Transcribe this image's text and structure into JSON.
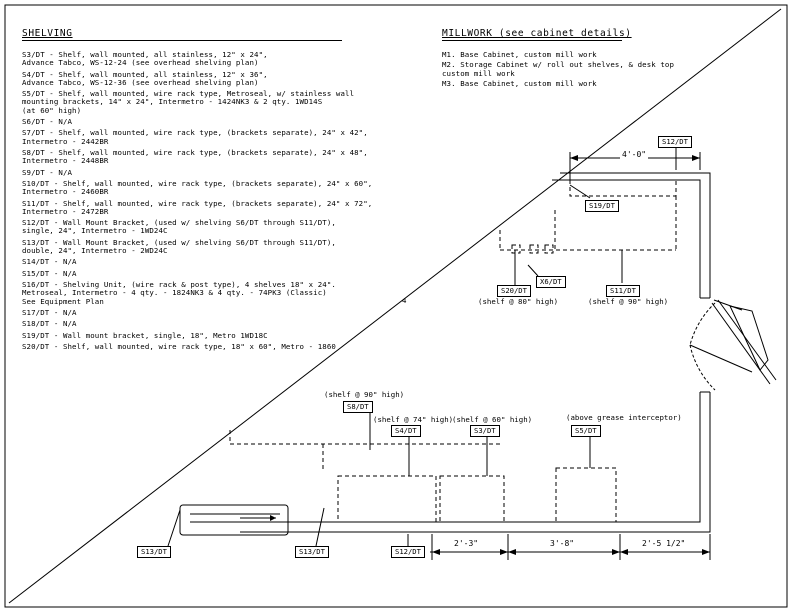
{
  "shelving": {
    "heading": "SHELVING",
    "lines": [
      "S3/DT - Shelf, wall mounted, all stainless, 12\" x 24\",",
      "           Advance Tabco, WS-12-24 (see overhead shelving plan)",
      "S4/DT - Shelf, wall mounted, all stainless, 12\" x 36\",",
      "           Advance Tabco, WS-12-36 (see overhead shelving plan)",
      "S5/DT - Shelf, wall mounted, wire rack type, Metroseal, w/ stainless wall",
      "           mounting brackets, 14\" x 24\", Intermetro - 1424NK3 & 2 qty. 1WD14S",
      "           (at 60\" high)",
      "S6/DT - N/A",
      "S7/DT - Shelf, wall mounted, wire rack type, (brackets separate), 24\" x 42\",",
      "           Intermetro - 2442BR",
      "S8/DT - Shelf, wall mounted, wire rack type, (brackets separate), 24\" x 48\",",
      "           Intermetro - 2448BR",
      "S9/DT - N/A",
      "S10/DT - Shelf, wall mounted, wire rack type, (brackets separate), 24\" x 60\",",
      "           Intermetro - 2460BR",
      "S11/DT - Shelf, wall mounted, wire rack type, (brackets separate), 24\" x 72\",",
      "           Intermetro - 2472BR",
      "S12/DT - Wall Mount Bracket, (used w/ shelving S6/DT through S11/DT),",
      "           single, 24\", Intermetro - 1WD24C",
      "S13/DT - Wall Mount Bracket, (used w/ shelving S6/DT through S11/DT),",
      "           double, 24\", Intermetro - 2WD24C",
      "S14/DT - N/A",
      "S15/DT - N/A",
      "S16/DT - Shelving Unit, (wire rack & post type), 4 shelves 18\" x 24\".",
      "           Metroseal, Intermetro - 4 qty. - 1824NK3 & 4 qty. - 74PK3 (Classic)",
      "           See Equipment Plan",
      "S17/DT - N/A",
      "S18/DT - N/A",
      "S19/DT - Wall mount bracket, single, 18\", Metro 1WD18C",
      "S20/DT - Shelf, wall mounted, wire rack type, 18\" x 60\", Metro - 1860"
    ]
  },
  "millwork": {
    "heading": "MILLWORK (see cabinet details)",
    "lines": [
      "M1.   Base Cabinet, custom mill work",
      "M2.   Storage Cabinet w/ roll out shelves, & desk top",
      "        custom mill work",
      "M3.   Base Cabinet, custom mill work"
    ]
  },
  "plan": {
    "tags": {
      "s12_top": "S12/DT",
      "s19": "S19/DT",
      "x6": "X6/DT",
      "s20": "S20/DT",
      "s11": "S11/DT",
      "s8": "S8/DT",
      "s4": "S4/DT",
      "s3": "S3/DT",
      "s5": "S5/DT",
      "s13_a": "S13/DT",
      "s13_b": "S13/DT",
      "s12_bottom": "S12/DT"
    },
    "notes": {
      "s20_height": "(shelf @ 80\" high)",
      "s11_height": "(shelf @ 90\" high)",
      "s8_height": "(shelf @ 90\" high)",
      "s4_height": "(shelf @ 74\" high)",
      "s3_height": "(shelf @ 60\" high)",
      "s5_note": "(above grease interceptor)",
      "stray_text": "4"
    },
    "dimensions": {
      "top": "4'-0\"",
      "bottom_1": "2'-3\"",
      "bottom_2": "3'-8\"",
      "bottom_3": "2'-5 1/2\""
    }
  }
}
